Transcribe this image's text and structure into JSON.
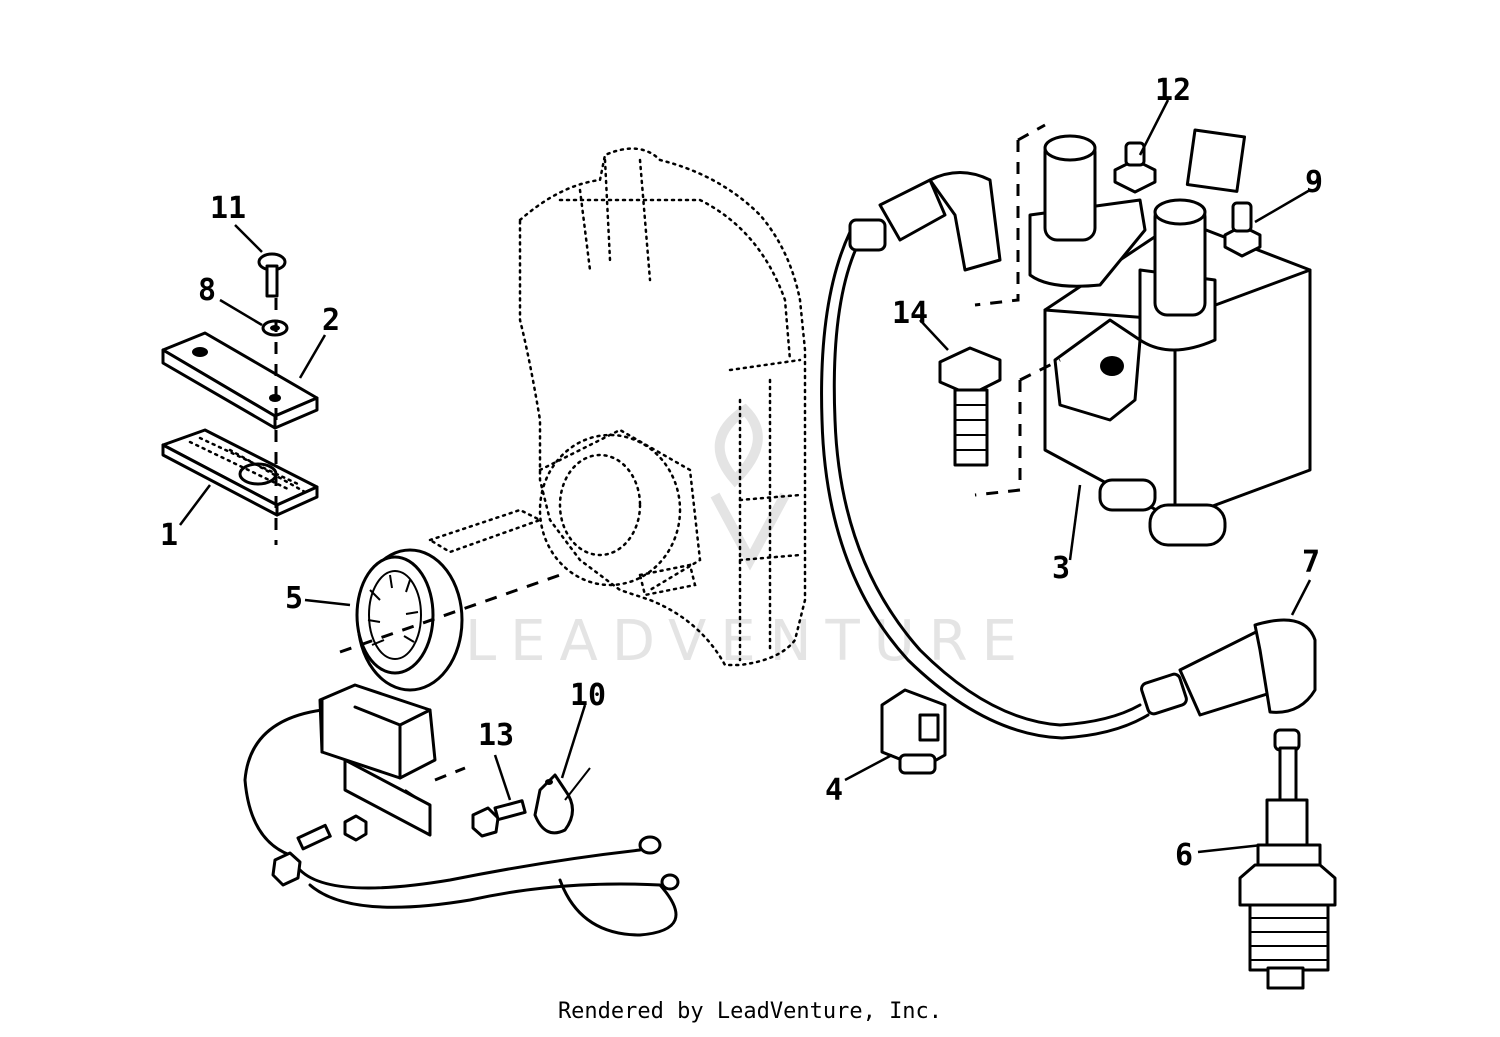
{
  "watermark": {
    "brand": "LEADVENTURE"
  },
  "footer": {
    "credit": "Rendered by LeadVenture, Inc."
  },
  "callouts": [
    {
      "id": "1",
      "label": "1"
    },
    {
      "id": "2",
      "label": "2"
    },
    {
      "id": "3",
      "label": "3"
    },
    {
      "id": "4",
      "label": "4"
    },
    {
      "id": "5",
      "label": "5"
    },
    {
      "id": "6",
      "label": "6"
    },
    {
      "id": "7",
      "label": "7"
    },
    {
      "id": "8",
      "label": "8"
    },
    {
      "id": "9",
      "label": "9"
    },
    {
      "id": "10",
      "label": "10"
    },
    {
      "id": "11",
      "label": "11"
    },
    {
      "id": "12",
      "label": "12"
    },
    {
      "id": "13",
      "label": "13"
    },
    {
      "id": "14",
      "label": "14"
    }
  ]
}
